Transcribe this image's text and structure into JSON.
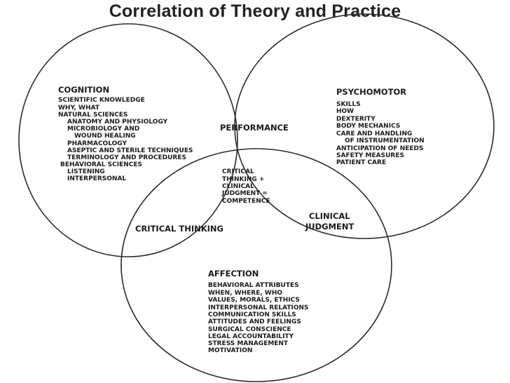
{
  "title": "Correlation of Theory and Practice",
  "cognition": {
    "heading": "COGNITION",
    "items": [
      "SCIENTIFIC KNOWLEDGE",
      "WHY, WHAT",
      "NATURAL SCIENCES",
      "ANATOMY AND PHYSIOLOGY",
      "MICROBIOLOGY AND",
      "WOUND HEALING",
      "PHARMACOLOGY",
      "ASEPTIC AND STERILE TECHNIQUES",
      "TERMINOLOGY AND PROCEDURES",
      "BEHAVIORAL SCIENCES",
      "LISTENING",
      "INTERPERSONAL"
    ]
  },
  "psychomotor": {
    "heading": "PSYCHOMOTOR",
    "items": [
      "SKILLS",
      "HOW",
      "DEXTERITY",
      "BODY MECHANICS",
      "CARE AND HANDLING",
      "OF INSTRUMENTATION",
      "ANTICIPATION OF NEEDS",
      "SAFETY MEASURES",
      "PATIENT CARE"
    ]
  },
  "affection": {
    "heading": "AFFECTION",
    "items": [
      "BEHAVIORAL ATTRIBUTES",
      "WHEN, WHERE, WHO",
      "VALUES, MORALS, ETHICS",
      "INTERPERSONAL RELATIONS",
      "COMMUNICATION SKILLS",
      "ATTITUDES AND FEELINGS",
      "SURGICAL CONSCIENCE",
      "LEGAL ACCOUNTABILITY",
      "STRESS MANAGEMENT",
      "MOTIVATION"
    ]
  },
  "overlaps": {
    "performance": "PERFORMANCE",
    "critical_thinking": "CRITICAL THINKING",
    "clinical_judgment": [
      "CLINICAL",
      "JUDGMENT"
    ],
    "center": [
      "CRITICAL",
      "THINKING +",
      "CLINICAL",
      "JUDGMENT =",
      "COMPETENCE"
    ]
  }
}
